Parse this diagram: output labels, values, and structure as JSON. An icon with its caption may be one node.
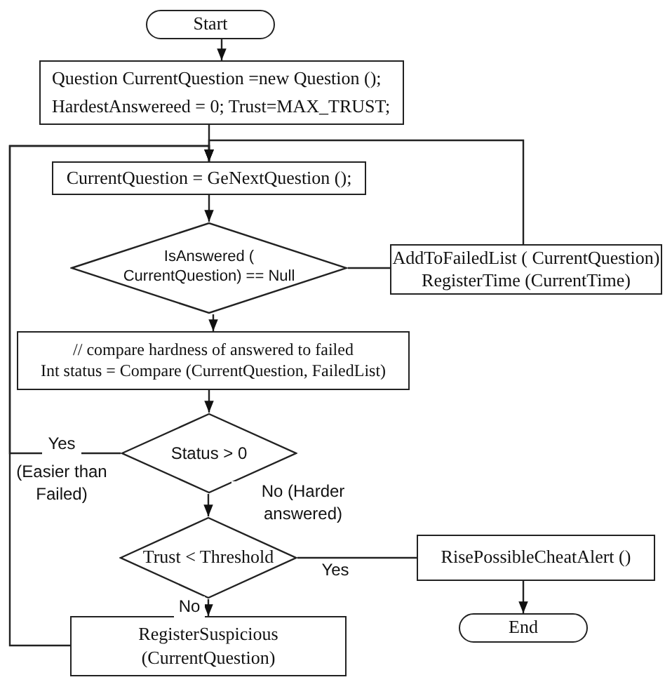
{
  "diagram": {
    "nodes": [
      {
        "text": [
          "Start"
        ]
      },
      {
        "text": [
          "Question CurrentQuestion  =new Question ();",
          "HardestAnswereed = 0; Trust=MAX_TRUST;"
        ]
      },
      {
        "text": [
          "CurrentQuestion  = GeNextQuestion ();"
        ]
      },
      {
        "text": [
          "IsAnswered ( CurrentQuestion) == Null"
        ]
      },
      {
        "text": [
          "AddToFailedList ( CurrentQuestion)",
          "RegisterTime (CurrentTime)"
        ]
      },
      {
        "text": [
          "// compare hardness of answered to failed",
          "Int status = Compare (CurrentQuestion, FailedList)"
        ]
      },
      {
        "text": [
          "Status > 0"
        ]
      },
      {
        "text": [
          "Trust < Threshold"
        ]
      },
      {
        "text": [
          "RisePossibleCheatAlert ()"
        ]
      },
      {
        "text": [
          "End"
        ]
      },
      {
        "text": [
          "RegisterSuspicious (CurrentQuestion)"
        ]
      }
    ],
    "edges": [
      {
        "from": 0,
        "to": 1,
        "arrow": "to"
      },
      {
        "from": 1,
        "to": 2,
        "arrow": "to"
      },
      {
        "from": 2,
        "to": 3,
        "arrow": "to"
      },
      {
        "from": 3,
        "to": 4,
        "arrow": "none"
      },
      {
        "from": 4,
        "to": 2,
        "arrow": "to"
      },
      {
        "from": 3,
        "to": 5,
        "arrow": "to"
      },
      {
        "from": 5,
        "to": 6,
        "arrow": "to"
      },
      {
        "from": 6,
        "to": 7,
        "label": "No (Harder answered)",
        "arrow": "to"
      },
      {
        "from": 6,
        "to": 2,
        "label": "Yes",
        "arrow": "to"
      },
      {
        "from": 7,
        "to": 8,
        "label": "Yes",
        "arrow": "none"
      },
      {
        "from": 7,
        "to": 10,
        "label": "No",
        "arrow": "to"
      },
      {
        "from": 10,
        "to": 2,
        "arrow": "to"
      },
      {
        "from": 8,
        "to": 9,
        "arrow": "to"
      }
    ],
    "labels": [
      "(Easier than Failed)"
    ]
  }
}
